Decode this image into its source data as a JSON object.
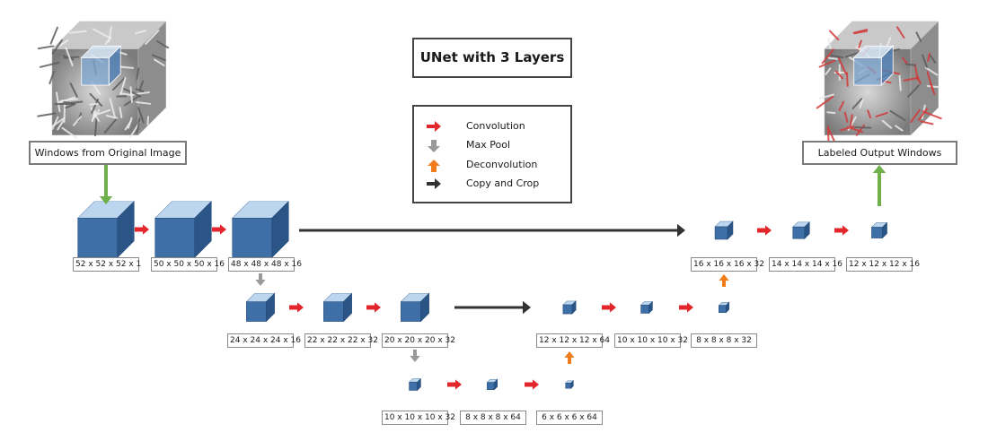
{
  "title": "UNet with 3 Layers",
  "input_label": "Windows from Original Image",
  "output_label": "Labeled Output Windows",
  "legend": {
    "convolution": "Convolution",
    "max_pool": "Max Pool",
    "deconvolution": "Deconvolution",
    "copy_crop": "Copy and Crop"
  },
  "colors": {
    "convolution": "#e3262b",
    "max_pool": "#9a9a9a",
    "deconvolution": "#f07c1c",
    "copy_crop": "#333333",
    "input_output": "#70b04a",
    "cube_top": "#bcd6ef",
    "cube_front": "#3e6fa6",
    "cube_side": "#2b5587"
  },
  "layers": {
    "l1": [
      "52 x 52 x 52 x 1",
      "50 x 50 x 50 x 16",
      "48 x 48 x 48 x 16"
    ],
    "l2": [
      "24 x 24 x 24 x 16",
      "22 x 22 x 22 x 32",
      "20 x 20 x 20 x 32"
    ],
    "l3": [
      "10 x 10 x 10 x 32",
      "8 x 8 x 8 x 64",
      "6 x 6 x 6 x 64"
    ],
    "r2": [
      "12 x 12 x 12 x 64",
      "10 x 10 x 10 x 32",
      "8 x 8 x 8 x 32"
    ],
    "r1": [
      "16 x 16 x 16 x 32",
      "14 x 14 x 14 x 16",
      "12 x 12 x 12 x 16"
    ]
  }
}
